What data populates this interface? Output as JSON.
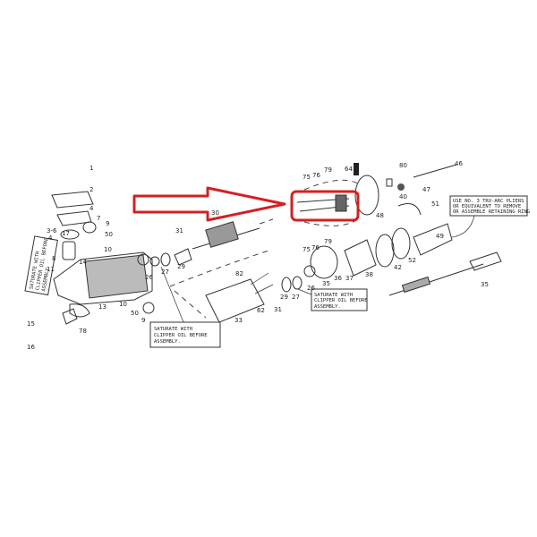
{
  "diagram": {
    "highlight_color": "#d42020",
    "callouts": {
      "left_vertical": [
        "SATURATE WITH",
        "CLIPPER OIL BEFORE",
        "ASSEMBLY"
      ],
      "center": [
        "SATURATE WITH",
        "CLIPPER OIL BEFORE",
        "ASSEMBLY."
      ],
      "right_center": [
        "SATURATE WITH",
        "CLIPPER OIL BEFORE",
        "ASSEMBLY."
      ],
      "right_top": [
        "USE NO. 3 TRU-ARC PLIERS",
        "OR EQUIVALENT TO REMOVE",
        "OR ASSEMBLE RETAINING RING"
      ]
    },
    "part_numbers": [
      "1",
      "2",
      "4",
      "7",
      "9",
      "50",
      "3-6",
      "4",
      "17",
      "10",
      "8",
      "14",
      "11",
      "13",
      "15",
      "16",
      "78",
      "26",
      "27",
      "29",
      "31",
      "10",
      "50",
      "9",
      "82",
      "62",
      "31",
      "33",
      "29",
      "27",
      "26",
      "35",
      "36",
      "37",
      "38",
      "42",
      "52",
      "49",
      "35",
      "75",
      "76",
      "79",
      "64",
      "48",
      "80",
      "40",
      "47",
      "46",
      "51",
      "75",
      "76",
      "79",
      "30"
    ]
  }
}
